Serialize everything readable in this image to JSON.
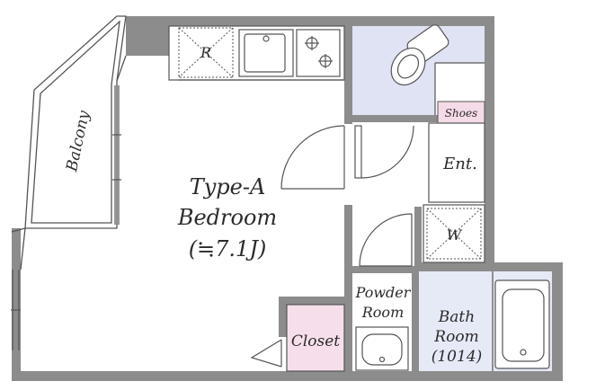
{
  "rooms": {
    "bedroom": {
      "title": "Type-A",
      "name": "Bedroom",
      "size": "(≒7.1J)"
    },
    "balcony": "Balcony",
    "closet": "Closet",
    "entrance": "Ent.",
    "shoes": "Shoes",
    "powder": {
      "line1": "Powder",
      "line2": "Room"
    },
    "bath": {
      "line1": "Bath",
      "line2": "Room",
      "line3": "(1014)"
    }
  },
  "fixtures": {
    "fridge": "R",
    "washer": "W"
  },
  "colors": {
    "wall": "#8c8c8c",
    "toilet_room": "#dfe3f3",
    "bath_room": "#e6e9f6",
    "closet": "#f6dfea",
    "shoes": "#f5dbe8",
    "line": "#555555"
  },
  "icons": [
    "toilet-icon",
    "stove-burner-icon",
    "sink-icon",
    "bathtub-icon",
    "washbasin-icon",
    "door-swing-icon"
  ]
}
